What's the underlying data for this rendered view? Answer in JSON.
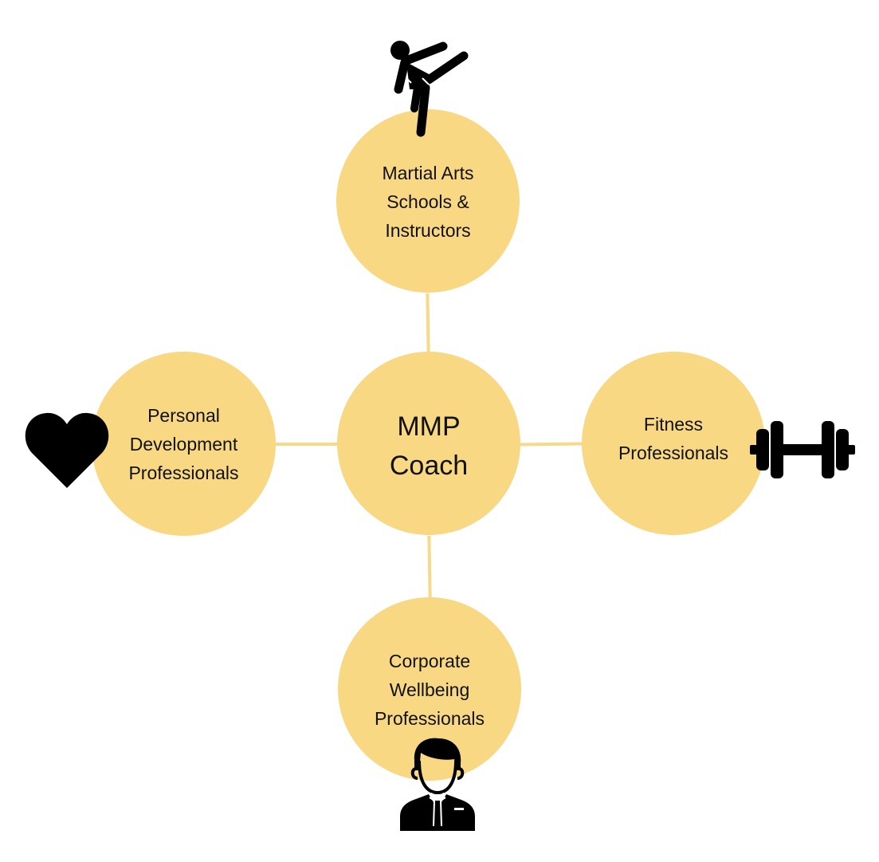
{
  "diagram": {
    "center": {
      "label": "MMP\nCoach"
    },
    "nodes": {
      "top": {
        "label": "Martial Arts\nSchools &\nInstructors",
        "icon": "martial-arts-kick-icon"
      },
      "left": {
        "label": "Personal\nDevelopment\nProfessionals",
        "icon": "heart-icon"
      },
      "right": {
        "label": "Fitness\nProfessionals",
        "icon": "dumbbell-icon"
      },
      "bottom": {
        "label": "Corporate\nWellbeing\nProfessionals",
        "icon": "businessman-icon"
      }
    },
    "colors": {
      "node_fill": "#f9d884",
      "connector": "#f8d98a",
      "icon": "#000000",
      "text": "#111111"
    }
  }
}
